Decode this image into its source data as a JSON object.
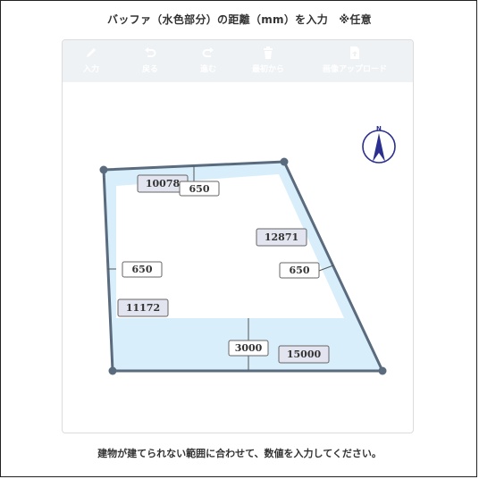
{
  "header": {
    "title": "バッファ（水色部分）の距離（mm）を入力　※任意"
  },
  "toolbar": {
    "items": [
      {
        "label": "入力",
        "icon": "pencil-icon"
      },
      {
        "label": "戻る",
        "icon": "undo-icon"
      },
      {
        "label": "進む",
        "icon": "redo-icon"
      },
      {
        "label": "最初から",
        "icon": "trash-icon"
      },
      {
        "label": "画像アップロード",
        "icon": "upload-icon"
      }
    ]
  },
  "compass": {
    "label": "N"
  },
  "edges": [
    {
      "length": "10078",
      "buffer": "650"
    },
    {
      "length": "12871",
      "buffer": "650"
    },
    {
      "length": "15000",
      "buffer": "3000"
    },
    {
      "length": "11172",
      "buffer": "650"
    }
  ],
  "footer": {
    "hint": "建物が建てられない範囲に合わせて、数値を入力してください。"
  },
  "colors": {
    "buffer_fill": "#d9eefb",
    "outline": "#5a6b7d",
    "length_box": "#e2e4ef",
    "toolbar_bg": "#eef2f5",
    "compass": "#2b2f8f"
  }
}
